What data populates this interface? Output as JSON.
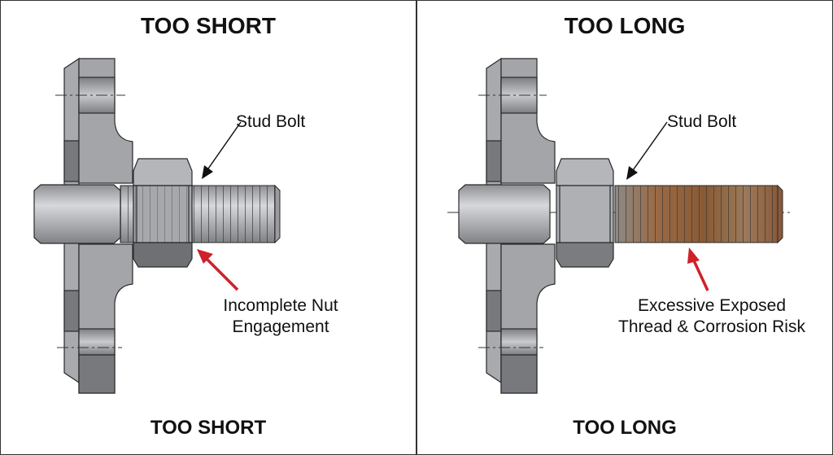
{
  "panels": [
    {
      "title": "TOO SHORT",
      "footer": "TOO SHORT",
      "stud_label": "Stud Bolt",
      "callout_line1": "Incomplete Nut",
      "callout_line2": "Engagement"
    },
    {
      "title": "TOO LONG",
      "footer": "TOO LONG",
      "stud_label": "Stud Bolt",
      "callout_line1": "Excessive Exposed",
      "callout_line2": "Thread & Corrosion Risk"
    }
  ],
  "colors": {
    "steel_light": "#b4b6ba",
    "steel_mid": "#9a9ca0",
    "steel_dark": "#6e7074",
    "rust": "#8a5a3a",
    "arrow_red": "#d0202a",
    "outline": "#2a2a2a"
  }
}
